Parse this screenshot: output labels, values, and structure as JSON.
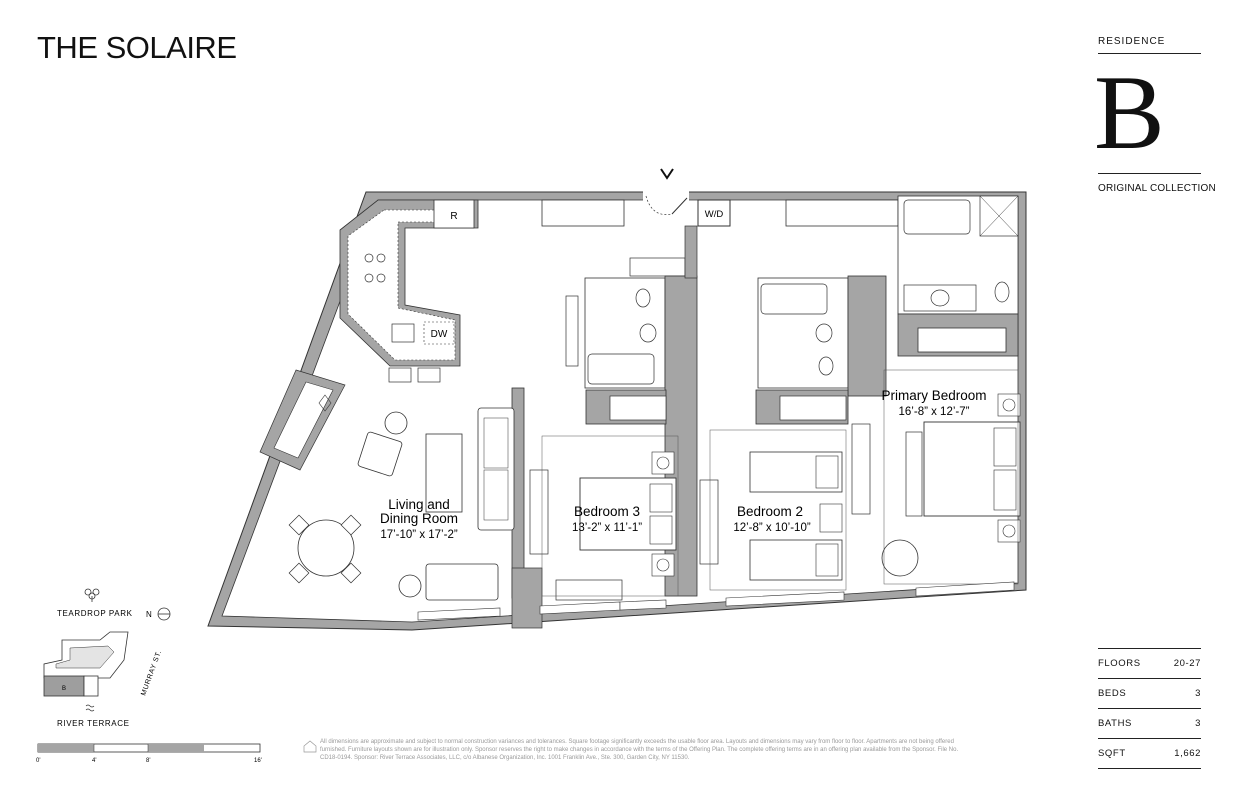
{
  "brand": "THE SOLAIRE",
  "residence": {
    "label": "RESIDENCE",
    "letter": "B",
    "collection": "ORIGINAL COLLECTION"
  },
  "stats": [
    {
      "label": "FLOORS",
      "value": "20-27"
    },
    {
      "label": "BEDS",
      "value": "3"
    },
    {
      "label": "BATHS",
      "value": "3"
    },
    {
      "label": "SQFT",
      "value": "1,662"
    }
  ],
  "rooms": {
    "living": {
      "name_line1": "Living and",
      "name_line2": "Dining Room",
      "dims": "17’-10” x 17’-2”"
    },
    "bed3": {
      "name": "Bedroom 3",
      "dims": "13’-2” x 11’-1”"
    },
    "bed2": {
      "name": "Bedroom 2",
      "dims": "12’-8” x 10’-10”"
    },
    "primary": {
      "name": "Primary Bedroom",
      "dims": "16’-8” x 12’-7”"
    }
  },
  "appliances": {
    "fridge": "R",
    "dishwasher": "DW",
    "laundry": "W/D"
  },
  "keyplan": {
    "park": "TEARDROP PARK",
    "terrace": "RIVER TERRACE",
    "street": "MURRAY ST.",
    "north": "N",
    "unit": "B"
  },
  "scale": {
    "t0": "0'",
    "t1": "4'",
    "t2": "8'",
    "t3": "16'"
  },
  "disclaimer": "All dimensions are approximate and subject to normal construction variances and tolerances. Square footage significantly exceeds the usable floor area. Layouts and dimensions may vary from floor to floor. Apartments are not being offered furnished. Furniture layouts shown are for illustration only. Sponsor reserves the right to make changes in accordance with the terms of the Offering Plan. The complete offering terms are in an offering plan available from the Sponsor. File No. CD18-0194. Sponsor: River Terrace Associates, LLC, c/o Albanese Organization, Inc. 1001 Franklin Ave., Ste. 300, Garden City, NY 11530.",
  "colors": {
    "wall": "#a5a5a5",
    "line": "#333333",
    "ink": "#111111"
  }
}
